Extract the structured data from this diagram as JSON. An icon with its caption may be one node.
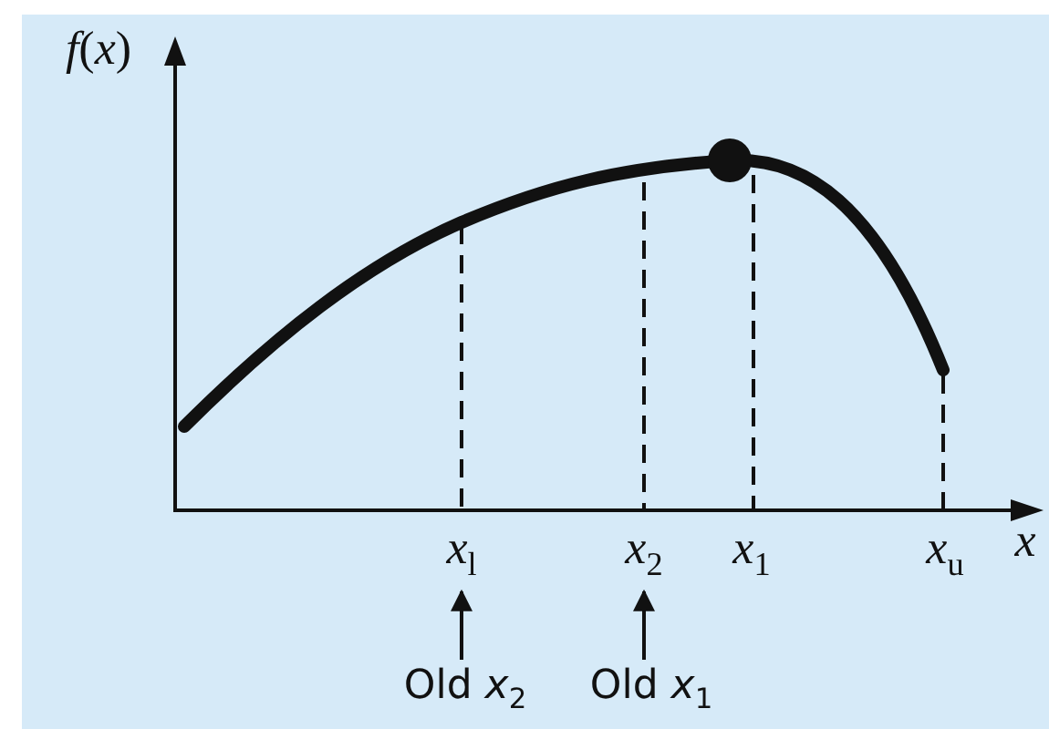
{
  "diagram": {
    "nodes": [
      {
        "text": [
          "*x*$_{l}$"
        ]
      },
      {
        "text": [
          "*x*$_{2}$"
        ]
      },
      {
        "text": [
          "Old *x*$_{2}$"
        ]
      },
      {
        "text": [
          "Old *x*$_{1}$"
        ]
      }
    ],
    "edges": [
      {
        "from": 2,
        "to": 0,
        "arrow": "to"
      },
      {
        "from": 3,
        "to": 1,
        "arrow": "to"
      }
    ],
    "labels": [
      "*f*(*x*)",
      "*x*$_{1}$",
      "*x*$_{u}$",
      "*x*"
    ]
  }
}
